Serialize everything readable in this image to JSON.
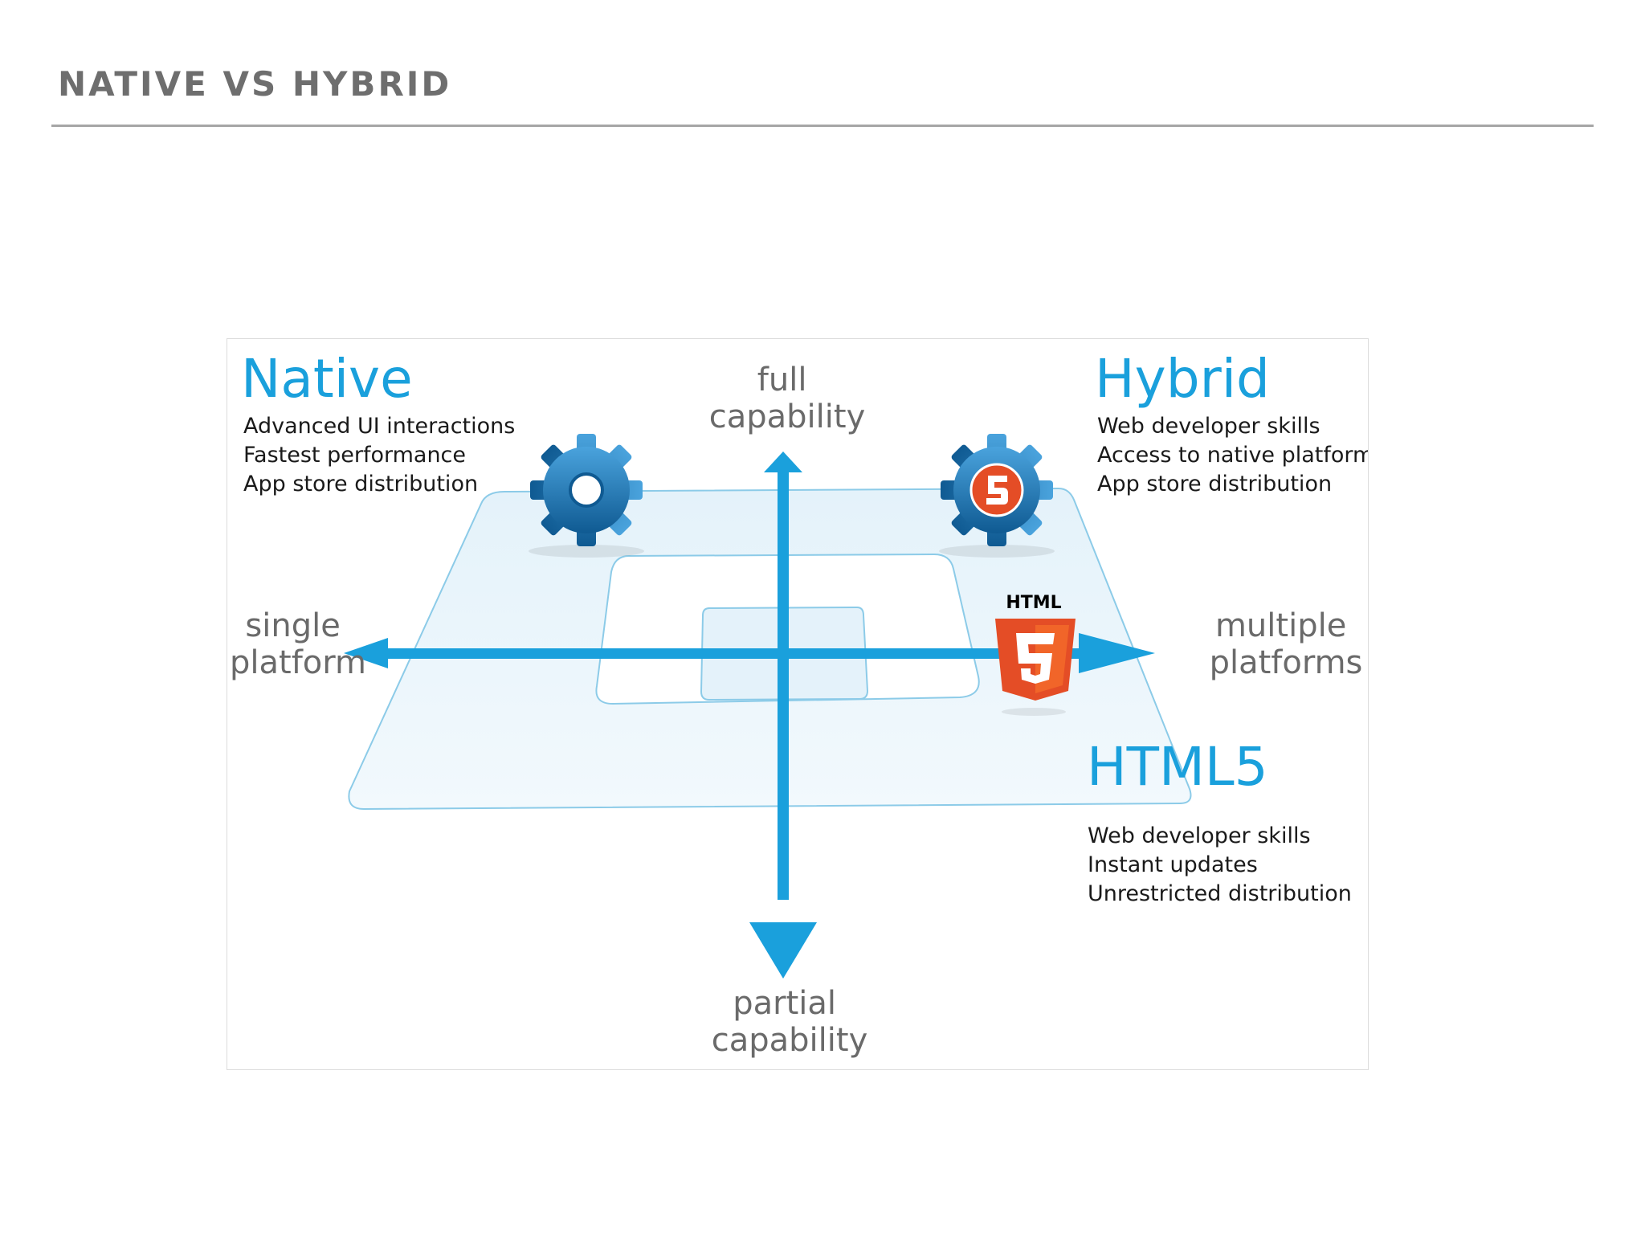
{
  "slide": {
    "title": "NATIVE VS HYBRID"
  },
  "diagram": {
    "axes": {
      "top": [
        "full",
        "capability"
      ],
      "bottom": [
        "partial",
        "capability"
      ],
      "left": [
        "single",
        "platform"
      ],
      "right": [
        "multiple",
        "platforms"
      ]
    },
    "quadrants": {
      "native": {
        "title": "Native",
        "points": [
          "Advanced UI interactions",
          "Fastest performance",
          "App store distribution"
        ]
      },
      "hybrid": {
        "title": "Hybrid",
        "points": [
          "Web developer  skills",
          "Access to native platform",
          "App store distribution"
        ]
      },
      "html5": {
        "title": "HTML5",
        "badge_text": "HTML",
        "points": [
          "Web developer  skills",
          "Instant updates",
          "Unrestricted distribution"
        ]
      }
    },
    "icons": {
      "native_gear": "gear-icon",
      "hybrid_gear": "html5-gear-icon",
      "html5_logo": "html5-shield-icon"
    },
    "colors": {
      "accent": "#1aa0dc",
      "plane_fill": "#eaf5fb",
      "plane_stroke": "#8ccbe8",
      "gear_blue": "#1d6fa8",
      "html5_orange": "#e44d26"
    }
  }
}
